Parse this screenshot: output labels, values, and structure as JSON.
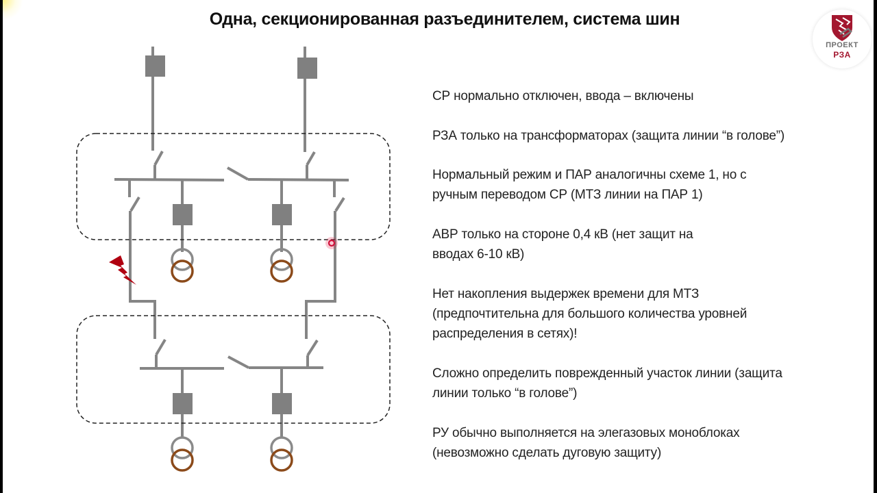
{
  "slide": {
    "title": "Одна, секционированная разъединителем, система шин",
    "logo": {
      "line1": "ПРОЕКТ",
      "line2": "РЗА",
      "colors": {
        "red": "#a3172f",
        "gray": "#6e6e6e"
      }
    }
  },
  "diagram": {
    "colors": {
      "line": "#858585",
      "breaker": "#808080",
      "transformer_primary": "#8a8a8a",
      "transformer_secondary": "#8b4a1a",
      "fault": "#b00010",
      "frame": "#222222",
      "pointer": "#d0103a"
    },
    "upper_substation": {
      "sections": 2,
      "sectioning_disconnector": "open",
      "transformers": 2
    },
    "lower_substation": {
      "sections": 2,
      "sectioning_disconnector": "open",
      "transformers": 2
    },
    "fault_marker": "lightning-bolt on left line"
  },
  "notes": [
    "СР нормально отключен, ввода – включены",
    "РЗА только на трансформаторах (защита линии “в голове”)",
    "Нормальный режим и ПАР аналогичны схеме 1, но с\nручным переводом СР (МТЗ линии на ПАР 1)",
    "АВР только на стороне 0,4 кВ (нет защит на\nвводах 6-10 кВ)",
    "Нет накопления выдержек времени для МТЗ\n(предпочтительна для большого количества уровней\nраспределения в сетях)!",
    "Сложно определить поврежденный участок линии (защита\nлинии только “в голове”)",
    "РУ обычно выполняется на элегазовых моноблоках\n(невозможно сделать дуговую защиту)"
  ]
}
